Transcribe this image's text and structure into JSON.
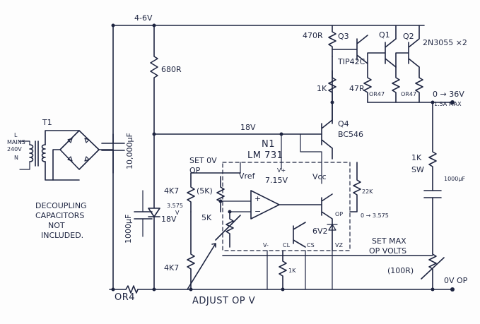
{
  "supply": {
    "rail_46v": "4-6V",
    "rail_18v": "18V",
    "t1": "T1",
    "mains_l": "L",
    "mains_label": "MAINS",
    "mains_v": "240V",
    "mains_n": "N",
    "cap_main": "10,000μF",
    "cap_lower": "1000μF",
    "r680": "680R",
    "zener18": "18V",
    "or4": "OR4"
  },
  "transistors": {
    "r470": "470R",
    "q3": "Q3",
    "tip42c": "TIP42C",
    "q1": "Q1",
    "q2": "Q2",
    "pair": "2N3055 ×2",
    "r1k_top": "1K",
    "r47": "47R",
    "or47_a": "OR47",
    "or47_b": "OR47",
    "q4": "Q4",
    "bc546": "BC546",
    "out_range": "0 → 36V",
    "out_current": "1.5A MAX",
    "r1k_out": "1K",
    "sw": "SW",
    "cap_out": "1000μF"
  },
  "ic": {
    "n1": "N1",
    "part": "LM 731",
    "vref": "Vref",
    "vplus": "V+",
    "v715": "7.15V",
    "vcc": "Vcc",
    "plus": "+",
    "minus": "−",
    "op": "OP",
    "v_minus": "V-",
    "cl": "CL",
    "cs": "CS",
    "vz": "VZ",
    "z6v2": "6V2"
  },
  "controls": {
    "set_ov": "SET 0V",
    "set_ov_op": "OP",
    "r4k7_top": "4K7",
    "r5k_top": "(5K)",
    "v3575": "3.575",
    "v_unit": "V",
    "r5k_mid": "5K",
    "r4k7_bot": "4K7",
    "r22k": "22K",
    "op_out": "0 → 3.575",
    "set_max": "SET MAX",
    "op_volts": "OP VOLTS",
    "r1k_bot": "1K",
    "r100": "(100R)",
    "ov_op": "0V OP",
    "adjust": "ADJUST OP V"
  },
  "note": {
    "line1": "DECOUPLING",
    "line2": "CAPACITORS",
    "line3": "NOT",
    "line4": "INCLUDED."
  }
}
